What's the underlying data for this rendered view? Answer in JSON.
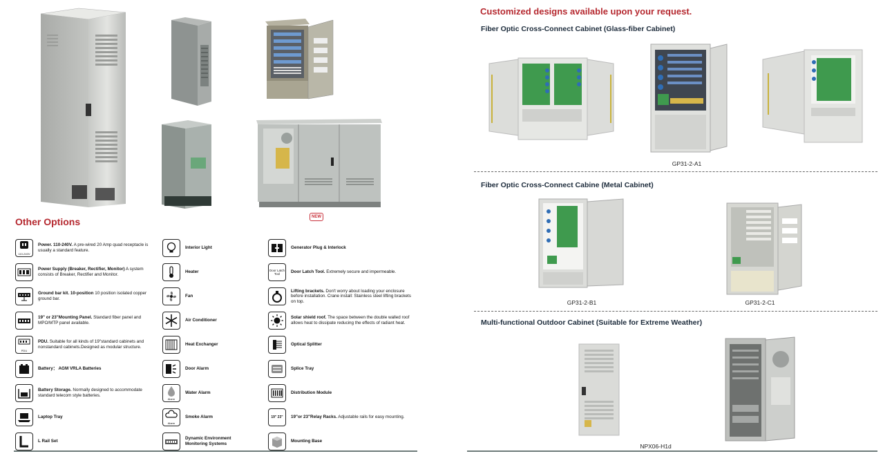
{
  "left_page": {
    "other_options_title": "Other Options",
    "new_badge": "NEW",
    "options_col1": [
      {
        "icon": "power-outlet-icon",
        "icon_text": "110-240V",
        "title": "Power. 110-240V.",
        "desc": " A pre-wired 20 Amp quad receptacle is usually a standard feature."
      },
      {
        "icon": "power-supply-icon",
        "icon_text": "",
        "title": "Power Supply (Breaker, Rectifier, Monitor)",
        "desc": " A system consists of Breaker, Rectifier and Monitor."
      },
      {
        "icon": "ground-bar-icon",
        "icon_text": "",
        "title": "Ground bar kit. 10-position",
        "desc": " 10 position isolated copper ground bar."
      },
      {
        "icon": "mounting-panel-icon",
        "icon_text": "",
        "title": "19\" or 23\"Mounting Panel.",
        "desc": " Standard fiber panel and MPO/MTP panel available."
      },
      {
        "icon": "pdu-icon",
        "icon_text": "PDU",
        "title": "PDU.",
        "desc": " Suitable for all kinds of 19\"standard cabinets and nonstandard cabinets.Designed as modular structure."
      },
      {
        "icon": "battery-icon",
        "icon_text": "",
        "title": "Battery： AGM VRLA Batteries",
        "desc": ""
      },
      {
        "icon": "battery-storage-icon",
        "icon_text": "",
        "title": "Battery Storage.",
        "desc": " Normally designed to accommodate standard telecom style batteries."
      },
      {
        "icon": "laptop-tray-icon",
        "icon_text": "",
        "title": "Laptop Tray",
        "desc": ""
      },
      {
        "icon": "l-rail-icon",
        "icon_text": "",
        "title": "L Rail Set",
        "desc": ""
      }
    ],
    "options_col2": [
      {
        "icon": "light-bulb-icon",
        "icon_text": "",
        "title": "Interior Light",
        "desc": ""
      },
      {
        "icon": "thermometer-icon",
        "icon_text": "",
        "title": "Heater",
        "desc": ""
      },
      {
        "icon": "fan-icon",
        "icon_text": "",
        "title": "Fan",
        "desc": ""
      },
      {
        "icon": "snowflake-icon",
        "icon_text": "",
        "title": "Air Conditioner",
        "desc": ""
      },
      {
        "icon": "heat-exchanger-icon",
        "icon_text": "",
        "title": "Heat Exchanger",
        "desc": ""
      },
      {
        "icon": "door-alarm-icon",
        "icon_text": "",
        "title": "Door Alarm",
        "desc": ""
      },
      {
        "icon": "water-drop-icon",
        "icon_text": "Alarm",
        "title": "Water Alarm",
        "desc": ""
      },
      {
        "icon": "smoke-cloud-icon",
        "icon_text": "Alarm",
        "title": "Smoke Alarm",
        "desc": ""
      },
      {
        "icon": "monitoring-system-icon",
        "icon_text": "",
        "title": "Dynamic Environment Monitoring Systems",
        "desc": ""
      }
    ],
    "options_col3": [
      {
        "icon": "generator-plug-icon",
        "icon_text": "",
        "title": "Generator Plug & Interlock",
        "desc": ""
      },
      {
        "icon": "door-latch-icon",
        "icon_text": "Door Latch Tool",
        "title": "Door Latch Tool.",
        "desc": " Extremely secure and impermeable."
      },
      {
        "icon": "lifting-bracket-icon",
        "icon_text": "",
        "title": "Lifting brackets.",
        "desc": " Don't worry about loading your enclosure before installation. Crane install: Stainless steel lifting brackets on top."
      },
      {
        "icon": "sun-icon",
        "icon_text": "",
        "title": "Solar shield roof.",
        "desc": " The space between the double walled roof allows heat to dissipate reducing the effects of radiant heat."
      },
      {
        "icon": "optical-splitter-icon",
        "icon_text": "",
        "title": "Optical Splitter",
        "desc": ""
      },
      {
        "icon": "splice-tray-icon",
        "icon_text": "",
        "title": "Splice Tray",
        "desc": ""
      },
      {
        "icon": "distribution-module-icon",
        "icon_text": "",
        "title": "Distribution Module",
        "desc": ""
      },
      {
        "icon": "relay-rack-icon",
        "icon_text": "19\" 23\"",
        "title": "19\"or 23\"Relay Racks.",
        "desc": " Adjustable rails for easy mounting."
      },
      {
        "icon": "mounting-base-icon",
        "icon_text": "",
        "title": "Mounting Base",
        "desc": ""
      }
    ]
  },
  "right_page": {
    "custom_heading": "Customized designs available upon your request.",
    "section_glass": "Fiber Optic Cross-Connect Cabinet (Glass-fiber Cabinet)",
    "caption_glass": "GP31-2-A1",
    "section_metal": "Fiber Optic Cross-Connect Cabine (Metal Cabinet)",
    "caption_metal_1": "GP31-2-B1",
    "caption_metal_2": "GP31-2-C1",
    "section_outdoor": "Multi-functional Outdoor Cabinet (Suitable for Extreme Weather)",
    "caption_outdoor": "NPX06-H1d"
  },
  "colors": {
    "accent_red": "#b5282f",
    "heading_navy": "#1b2a3a",
    "cabinet_gray": "#d9dbd8",
    "fiber_green": "#3f9a4e",
    "rule_gray": "#6d7a79"
  }
}
